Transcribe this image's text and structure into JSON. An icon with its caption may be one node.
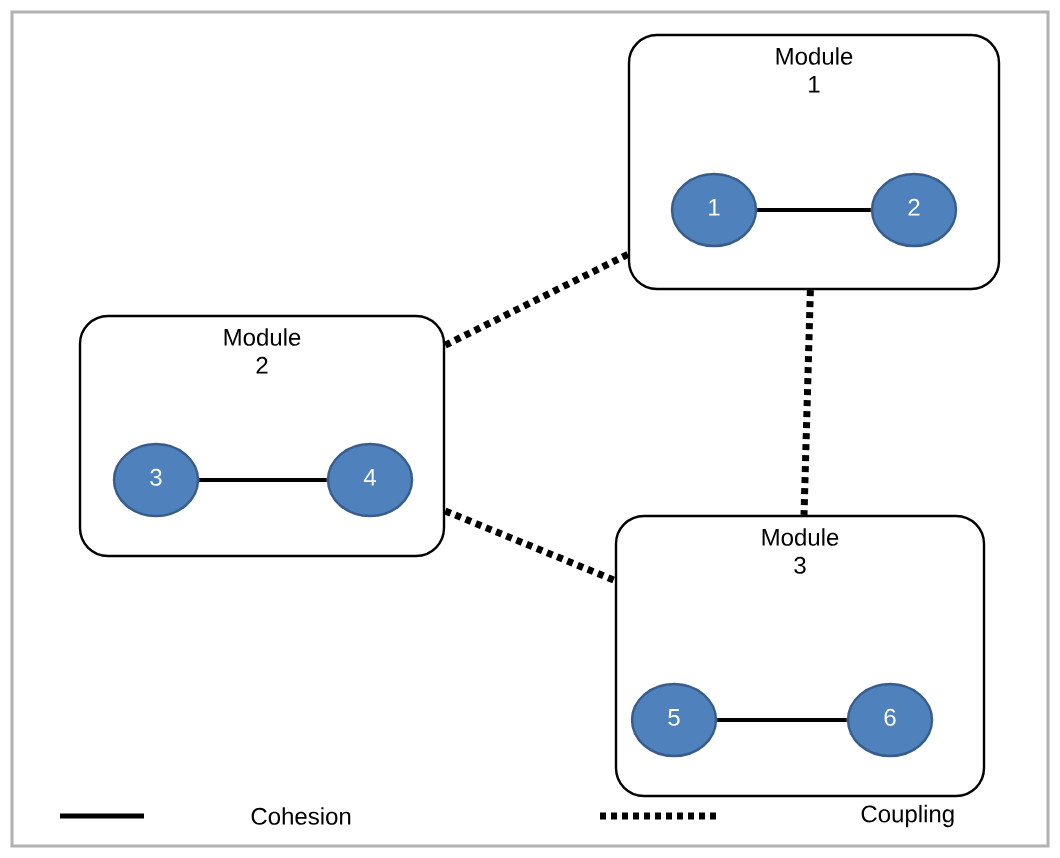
{
  "diagram": {
    "nodes": [
      {
        "text": [
          "Module 1"
        ]
      },
      {
        "text": [
          "1"
        ],
        "in": 0
      },
      {
        "text": [
          "2"
        ],
        "in": 0
      },
      {
        "text": [
          "Module 2"
        ]
      },
      {
        "text": [
          "3"
        ],
        "in": 3
      },
      {
        "text": [
          "4"
        ],
        "in": 3
      },
      {
        "text": [
          "Module 3"
        ]
      },
      {
        "text": [
          "5"
        ],
        "in": 6
      },
      {
        "text": [
          "6"
        ],
        "in": 6
      }
    ],
    "edges": [
      {
        "from": 1,
        "to": 2,
        "arrow": "none"
      },
      {
        "from": 4,
        "to": 5,
        "arrow": "none"
      },
      {
        "from": 7,
        "to": 8,
        "arrow": "none"
      },
      {
        "from": 0,
        "to": 3,
        "arrow": "none",
        "style": "dashed"
      },
      {
        "from": 0,
        "to": 6,
        "arrow": "none",
        "style": "dashed"
      },
      {
        "from": 3,
        "to": 6,
        "arrow": "none",
        "style": "dashed"
      }
    ],
    "legend": [
      {
        "text": "Cohesion"
      },
      {
        "text": "Coupling"
      }
    ]
  }
}
